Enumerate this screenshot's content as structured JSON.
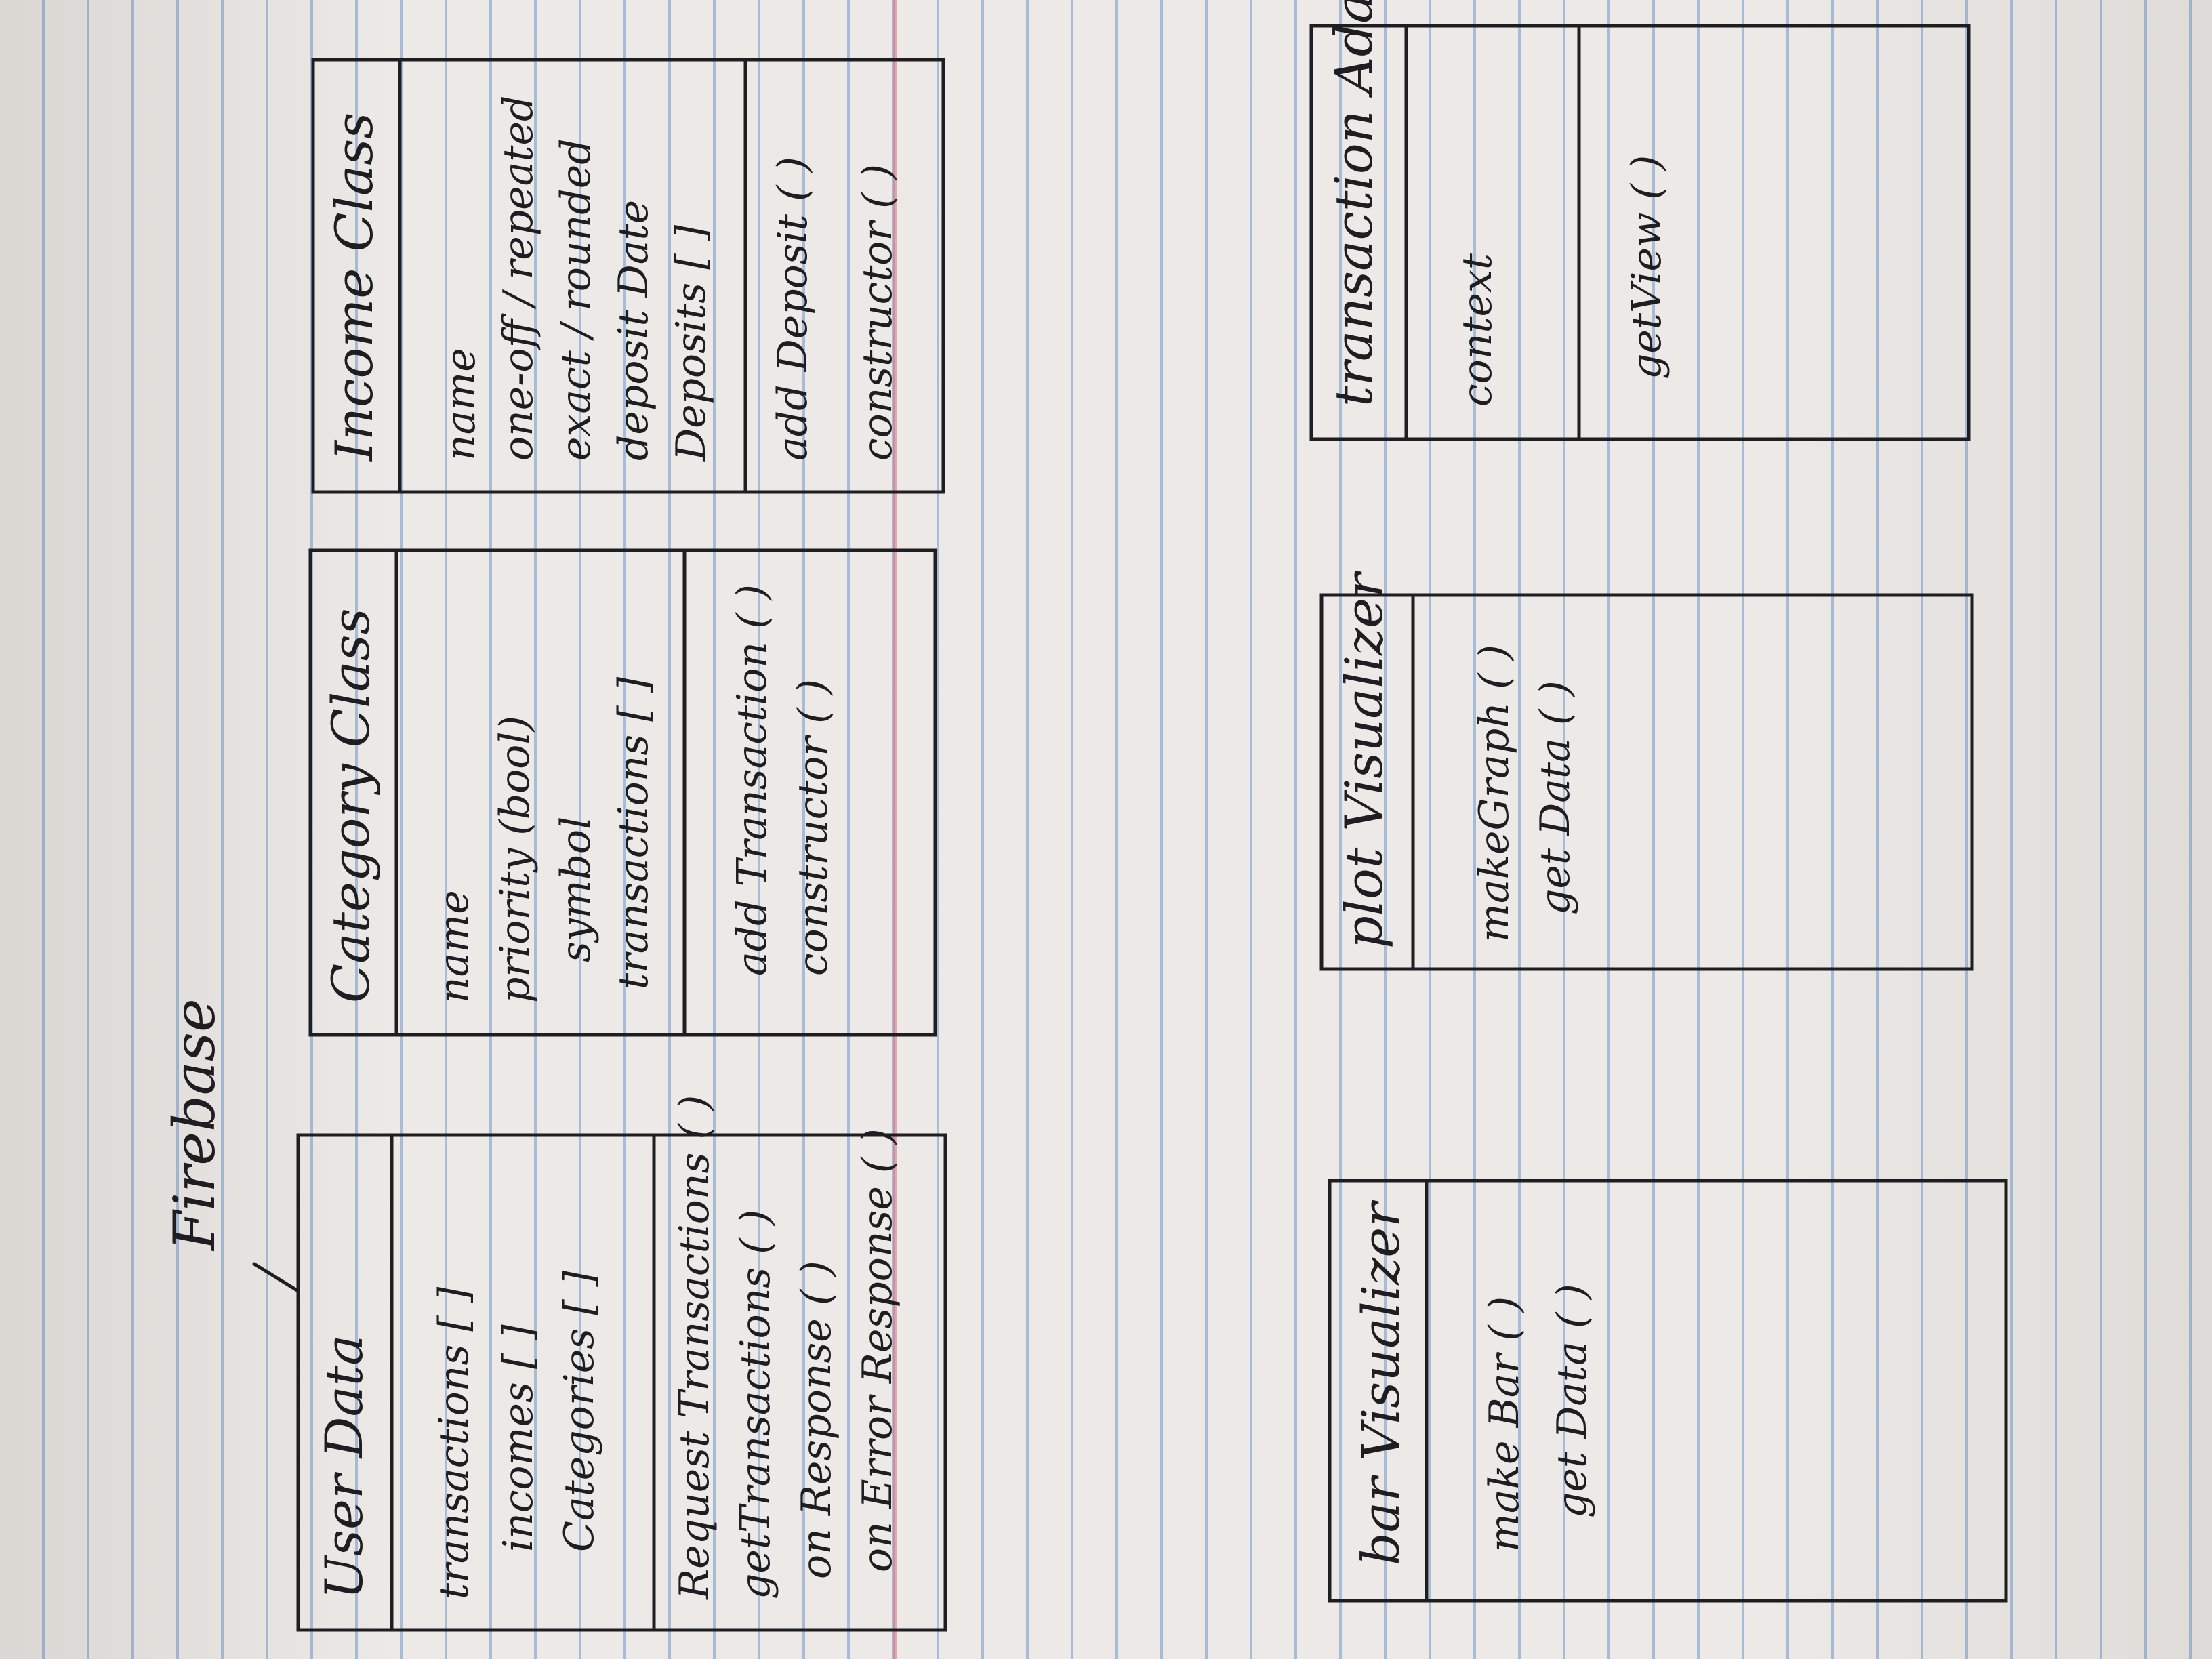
{
  "heading": "Firebase",
  "classes": [
    {
      "id": "user-data",
      "name": "User Data",
      "attributes": [
        "transactions [ ]",
        "incomes [ ]",
        "Categories [ ]"
      ],
      "methods": [
        "Request Transactions ( )",
        "getTransactions ( )",
        "on Response ( )",
        "on Error Response ( )"
      ]
    },
    {
      "id": "category-class",
      "name": "Category Class",
      "attributes": [
        "name",
        "priority (bool)",
        "symbol",
        "transactions [ ]"
      ],
      "methods": [
        "add Transaction ( )",
        "constructor ( )"
      ]
    },
    {
      "id": "income-class",
      "name": "Income Class",
      "attributes": [
        "name",
        "one-off / repeated",
        "exact / rounded",
        "deposit Date",
        "Deposits [ ]"
      ],
      "methods": [
        "add Deposit ( )",
        "constructor ( )"
      ]
    },
    {
      "id": "bar-visualizer",
      "name": "bar Visualizer",
      "attributes": [],
      "methods": [
        "make Bar ( )",
        "get Data ( )"
      ]
    },
    {
      "id": "plot-visualizer",
      "name": "plot Visualizer",
      "attributes": [],
      "methods": [
        "makeGraph ( )",
        "get Data ( )"
      ]
    },
    {
      "id": "transaction-adapter",
      "name": "transaction Adapter",
      "attributes": [
        "context"
      ],
      "methods": [
        "getView ( )"
      ]
    }
  ],
  "colors": {
    "ink": "#1e1e22",
    "paper": "#ece9e6",
    "rule": "#6e96cd",
    "margin": "#e16e78"
  }
}
